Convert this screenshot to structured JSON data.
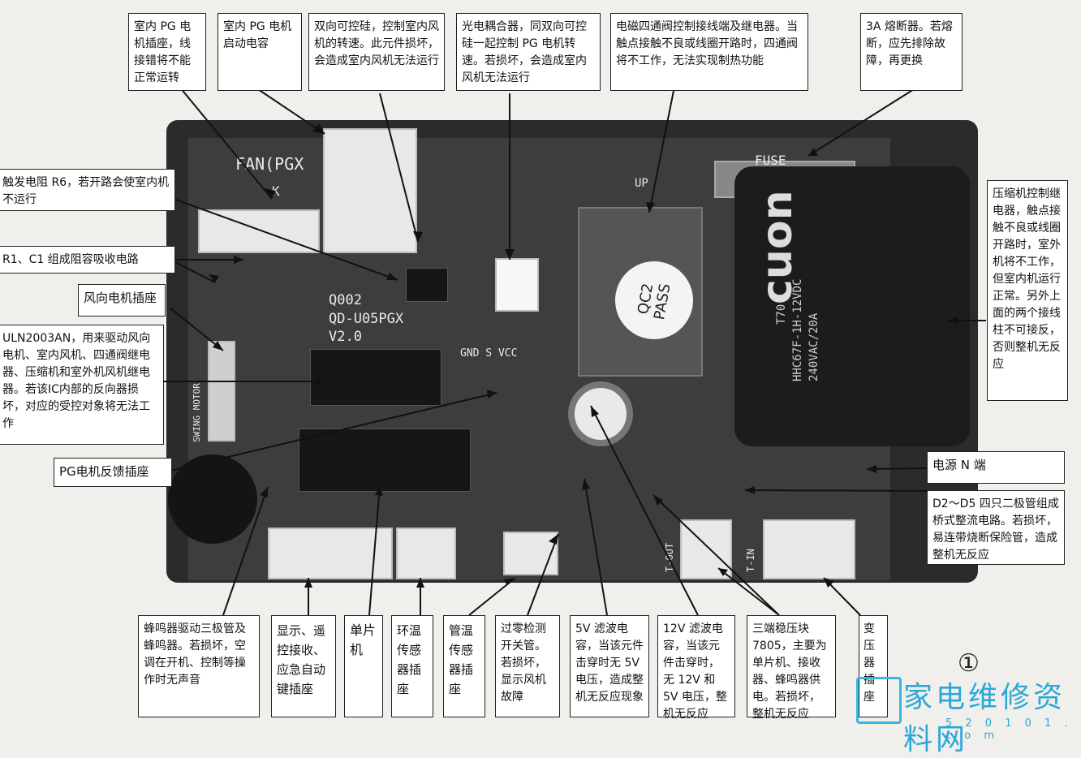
{
  "board": {
    "silk_fan": "FAN(PGX",
    "silk_k": "K",
    "silk_q002": "Q002",
    "silk_model": "QD-U05PGX",
    "silk_version": "V2.0",
    "silk_gnd": "GND S VCC",
    "silk_up": "UP",
    "silk_fuse": "FUSE",
    "silk_swing": "SWING MOTOR",
    "silk_tout": "T-OUT",
    "silk_tin": "T-IN",
    "sticker_line1": "QC2",
    "sticker_line2": "PASS",
    "relay_brand": "cuon",
    "relay_model": "HHC67F-1H-12VDC",
    "relay_rating": "240VAC/20A",
    "relay_code": "T70"
  },
  "labels": {
    "pg_socket": "室内 PG 电机插座，线接错将不能正常运转",
    "pg_cap": "室内 PG 电机启动电容",
    "triac": "双向可控硅，控制室内风机的转速。此元件损坏，会造成室内风机无法运行",
    "optocoupler": "光电耦合器，同双向可控硅一起控制 PG 电机转速。若损坏，会造成室内风机无法运行",
    "four_way": "电磁四通阀控制接线端及继电器。当触点接触不良或线圈开路时，四通阀将不工作，无法实现制热功能",
    "fuse": "3A 熔断器。若熔断，应先排除故障，再更换",
    "r6": "触发电阻 R6，若开路会使室内机不运行",
    "rc_snubber": "R1、C1 组成阻容吸收电路",
    "swing_socket": "风向电机插座",
    "uln2003": "ULN2003AN，用来驱动风向电机、室内风机、四通阀继电器、压缩机和室外机风机继电器。若该IC内部的反向器损坏，对应的受控对象将无法工作",
    "pg_feedback": "PG电机反馈插座",
    "compressor_relay": "压缩机控制继电器，触点接触不良或线圈开路时，室外机将不工作，但室内机运行正常。另外上面的两个接线柱不可接反，否则整机无反应",
    "power_n": "电源 N 端",
    "bridge": "D2～D5 四只二极管组成桥式整流电路。若损坏，易连带烧断保险管，造成整机无反应",
    "buzzer": "蜂鸣器驱动三极管及蜂鸣器。若损坏，空调在开机、控制等操作时无声音",
    "display": "显示、遥控接收、应急自动键插座",
    "mcu": "单片机",
    "env_sensor": "环温传感器插座",
    "pipe_sensor": "管温传感器插座",
    "zero_cross": "过零检测开关管。若损坏，显示风机故障",
    "cap_5v": "5V 滤波电容，当该元件击穿时无 5V 电压，造成整机无反应现象",
    "cap_12v": "12V 滤波电容，当该元件击穿时，无 12V 和 5V 电压，整机无反应",
    "reg_7805": "三端稳压块 7805，主要为单片机、接收器、蜂鸣器供电。若损坏，整机无反应",
    "transformer": "变压器插座"
  },
  "figure_number": "①",
  "logo": {
    "text": "家电维修资料网",
    "url": "5 2 0 1 0 1 . c o m"
  },
  "colors": {
    "board": "#3d3d3d",
    "logo": "#2aa8d8"
  }
}
